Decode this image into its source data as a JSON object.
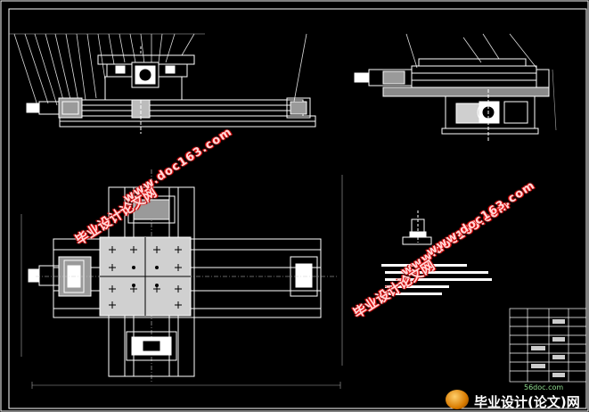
{
  "watermarks": [
    {
      "id": "wm-cn-1",
      "text": "毕业设计论文网"
    },
    {
      "id": "wm-url-1",
      "text": "www.doc163.com"
    },
    {
      "id": "wm-url-2",
      "text": "www.doc163.com"
    },
    {
      "id": "wm-cn-2",
      "text": "毕业设计论文网"
    },
    {
      "id": "wm-url-3",
      "text": "www.doc163.com"
    }
  ],
  "logo": {
    "site": "56doc.com",
    "brand": "毕业设计(论文)网"
  },
  "colors": {
    "background": "#000000",
    "linework": "#ffffff",
    "balloon_leader": "#e8e8e8",
    "watermark": "#ff2b2b"
  }
}
